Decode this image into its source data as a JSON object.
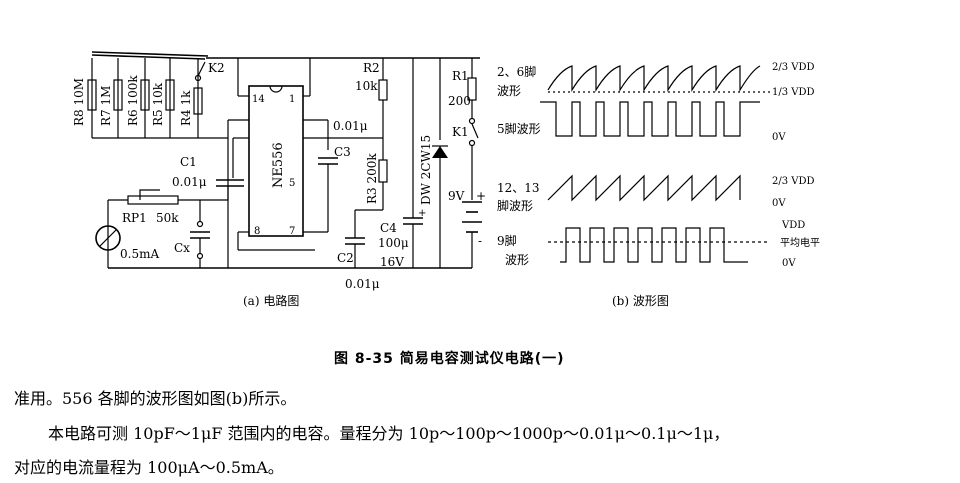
{
  "labels": {
    "r8": "R8 10M",
    "r7": "R7 1M",
    "r6": "R6 100k",
    "r5": "R5 10k",
    "r4": "R4 1k",
    "k2": "K2",
    "r2_name": "R2",
    "r2_val": "10k",
    "r1_name": "R1",
    "r1_val": "200",
    "k1": "K1",
    "r3": "R3 200k",
    "dw": "DW 2CW15",
    "ic_name": "NE556",
    "pin14": "14",
    "pin1": "1",
    "pin5": "5",
    "pin8": "8",
    "pin7": "7",
    "c1_name": "C1",
    "c1_val": "0.01μ",
    "c3_name": "C3",
    "c3_val": "0.01μ",
    "c2_name": "C2",
    "c2_val": "0.01μ",
    "c4_name": "C4",
    "c4_val": "100μ",
    "c4_volt": "16V",
    "rp1_name": "RP1",
    "rp1_val": "50k",
    "cx": "Cx",
    "meter_val": "0.5mA",
    "battery": "9V",
    "plus": "+",
    "minus": "-"
  },
  "waves": {
    "w1_label_a": "2、6脚",
    "w1_label_b": "波形",
    "w1_top": "2/3 VDD",
    "w1_bot": "1/3 VDD",
    "w2_label": "5脚波形",
    "w2_bot": "0V",
    "w3_label_a": "12、13",
    "w3_label_b": "脚波形",
    "w3_top": "2/3 VDD",
    "w3_bot": "0V",
    "w4_label_a": "9脚",
    "w4_label_b": "波形",
    "w4_top": "VDD",
    "w4_mid": "平均电平",
    "w4_bot": "0V"
  },
  "captions": {
    "a": "(a) 电路图",
    "b": "(b) 波形图",
    "figure": "图 8-35   简易电容测试仪电路(一)"
  },
  "text": {
    "p1": "准用。556 各脚的波形图如图(b)所示。",
    "p2": "本电路可测 10pF～1μF 范围内的电容。量程分为 10p～100p～1000p～0.01μ～0.1μ～1μ，",
    "p3": "对应的电流量程为 100μA～0.5mA。"
  }
}
